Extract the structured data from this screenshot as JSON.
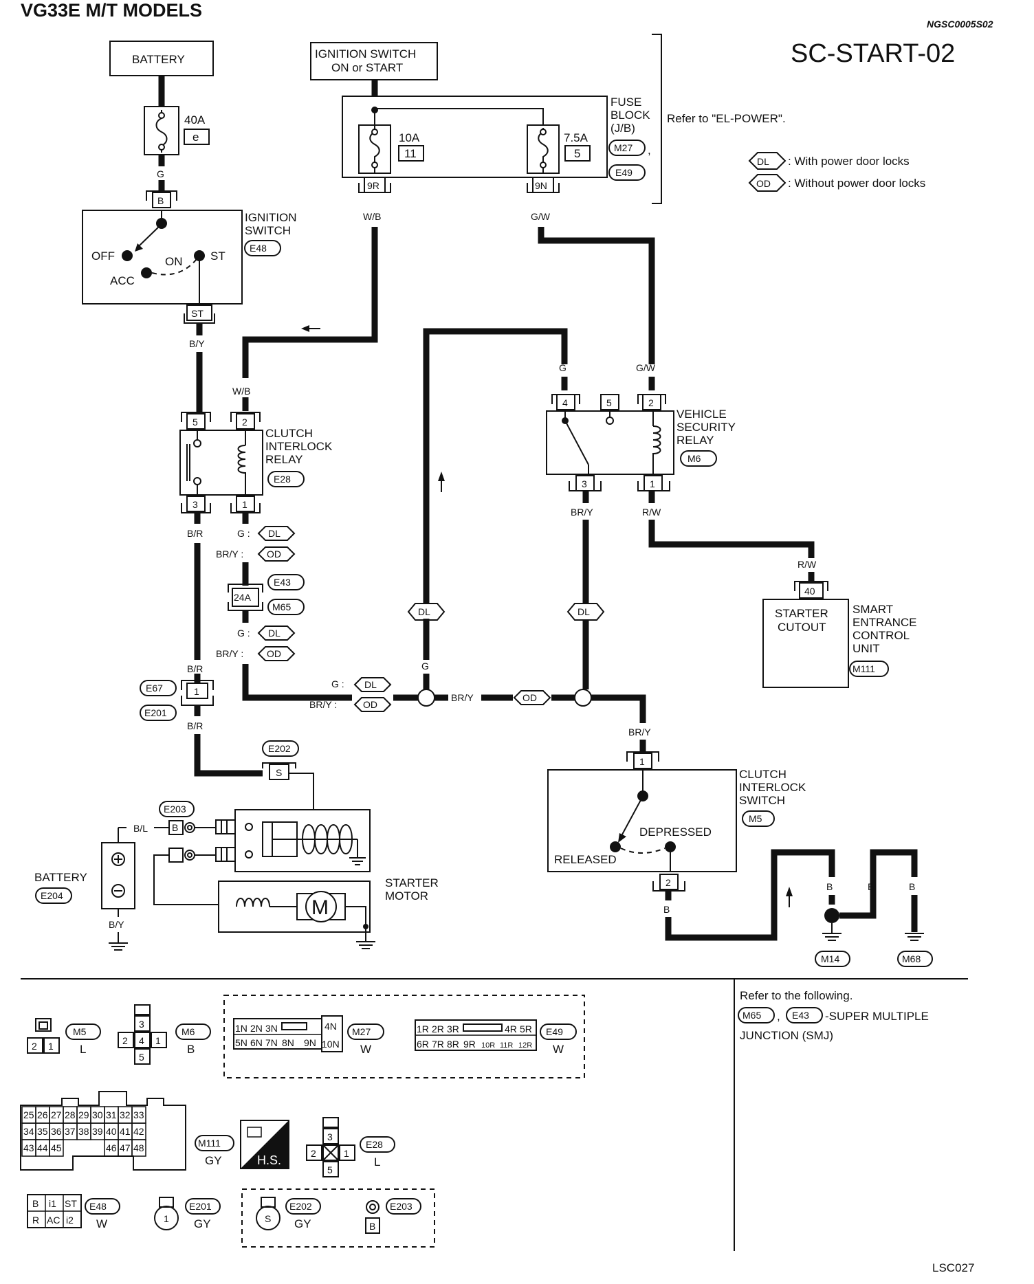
{
  "header": {
    "title": "VG33E M/T MODELS",
    "ref_code": "NGSC0005S02",
    "diagram_id": "SC-START-02",
    "footer_code": "LSC027"
  },
  "legend": {
    "dl": {
      "code": "DL",
      "text": ": With power door locks"
    },
    "od": {
      "code": "OD",
      "text": ": Without power door locks"
    }
  },
  "refer": {
    "el_power": "Refer to \"EL-POWER\".",
    "line1": "Refer to the following.",
    "m65": "M65",
    "sep": ",",
    "e43": "E43",
    "line2": "-SUPER MULTIPLE",
    "line3": "JUNCTION (SMJ)"
  },
  "components": {
    "battery_top": "BATTERY",
    "ign_sw_box": [
      "IGNITION SWITCH",
      "ON or START"
    ],
    "fuse_block": [
      "FUSE",
      "BLOCK",
      "(J/B)"
    ],
    "fuse_block_conn1": "M27",
    "fuse_block_conn2": "E49",
    "fuse_block_comma": ",",
    "fuse_40a": {
      "rating": "40A",
      "id": "e"
    },
    "fuse_10a": {
      "rating": "10A",
      "id": "11"
    },
    "fuse_7_5a": {
      "rating": "7.5A",
      "id": "5"
    },
    "ignition_switch": {
      "label": [
        "IGNITION",
        "SWITCH"
      ],
      "conn": "E48",
      "pos_off": "OFF",
      "pos_acc": "ACC",
      "pos_on": "ON",
      "pos_st": "ST"
    },
    "clutch_relay": {
      "label": [
        "CLUTCH",
        "INTERLOCK",
        "RELAY"
      ],
      "conn": "E28"
    },
    "security_relay": {
      "label": [
        "VEHICLE",
        "SECURITY",
        "RELAY"
      ],
      "conn": "M6"
    },
    "smart_unit": {
      "inner": [
        "STARTER",
        "CUTOUT"
      ],
      "label": [
        "SMART",
        "ENTRANCE",
        "CONTROL",
        "UNIT"
      ],
      "conn": "M111"
    },
    "clutch_switch": {
      "label": [
        "CLUTCH",
        "INTERLOCK",
        "SWITCH"
      ],
      "conn": "M5",
      "depressed": "DEPRESSED",
      "released": "RELEASED"
    },
    "starter": {
      "label": [
        "STARTER",
        "MOTOR"
      ],
      "motor": "M"
    },
    "battery_bottom": {
      "label": "BATTERY",
      "conn": "E204"
    }
  },
  "pins": {
    "ign_b": "B",
    "ign_st": "ST",
    "fuse_9r": "9R",
    "fuse_9n": "9N",
    "cr_5": "5",
    "cr_2": "2",
    "cr_3": "3",
    "cr_1": "1",
    "sr_4": "4",
    "sr_5": "5",
    "sr_2": "2",
    "sr_3": "3",
    "sr_1": "1",
    "smart_40": "40",
    "cs_1": "1",
    "cs_2": "2",
    "smj_24a": "24A",
    "e67_1": "1",
    "e202_s": "S",
    "e203_b": "B"
  },
  "wires": {
    "g": "G",
    "wb": "W/B",
    "gw": "G/W",
    "by": "B/Y",
    "br": "B/R",
    "bry": "BR/Y",
    "rw": "R/W",
    "b": "B",
    "bl": "B/L",
    "g_dl": "G :",
    "bry_od": "BR/Y :",
    "dl": "DL",
    "od": "OD"
  },
  "connector_ids": {
    "e43": "E43",
    "m65": "M65",
    "e67": "E67",
    "e201": "E201",
    "e202": "E202",
    "e203": "E203",
    "m14": "M14",
    "m68": "M68"
  },
  "connector_views": {
    "m5": {
      "id": "M5",
      "color": "L",
      "pins": [
        "2",
        "1"
      ]
    },
    "m6": {
      "id": "M6",
      "color": "B",
      "pins": [
        "3",
        "2",
        "4",
        "1",
        "5"
      ]
    },
    "m27": {
      "id": "M27",
      "color": "W",
      "row1": [
        "1N",
        "2N",
        "3N",
        "",
        "4N"
      ],
      "row2": [
        "5N",
        "6N",
        "7N",
        "8N",
        "9N",
        "10N"
      ]
    },
    "e49": {
      "id": "E49",
      "color": "W",
      "row1": [
        "1R",
        "2R",
        "3R",
        "",
        "4R",
        "5R"
      ],
      "row2": [
        "6R",
        "7R",
        "8R",
        "9R",
        "10R",
        "11R",
        "12R"
      ]
    },
    "m111": {
      "id": "M111",
      "color": "GY",
      "row1": [
        "25",
        "26",
        "27",
        "28",
        "29",
        "30",
        "31",
        "32",
        "33"
      ],
      "row2": [
        "34",
        "35",
        "36",
        "37",
        "38",
        "39",
        "40",
        "41",
        "42"
      ],
      "row3": [
        "43",
        "44",
        "45",
        "",
        "",
        "",
        "46",
        "47",
        "48"
      ]
    },
    "hs": "H.S.",
    "e28": {
      "id": "E28",
      "color": "L",
      "pins": [
        "3",
        "2",
        "1",
        "5"
      ]
    },
    "e48": {
      "id": "E48",
      "color": "W",
      "row1": [
        "B",
        "i1",
        "ST"
      ],
      "row2": [
        "R",
        "AC",
        "i2"
      ]
    },
    "e201": {
      "id": "E201",
      "color": "GY",
      "pin": "1"
    },
    "e202": {
      "id": "E202",
      "color": "GY",
      "pin": "S"
    },
    "e203": {
      "id": "E203",
      "pin": "B"
    }
  }
}
